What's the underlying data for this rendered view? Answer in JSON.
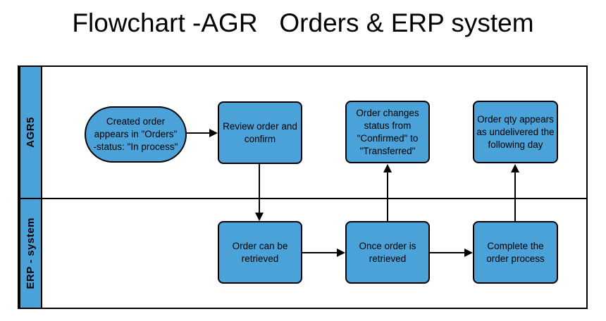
{
  "title": "Flowchart -AGR   Orders & ERP system",
  "colors": {
    "shape_fill": "#4AA2D9",
    "shape_border": "#000000",
    "background": "#FFFFFF",
    "text": "#000000"
  },
  "lanes": [
    {
      "label": "AGR5"
    },
    {
      "label": "ERP - system"
    }
  ],
  "nodes": {
    "start": {
      "type": "terminator",
      "lane": "AGR5",
      "text": "Created order\nappears in \"Orders\"\n-status: \"In process\""
    },
    "review": {
      "type": "process",
      "lane": "AGR5",
      "text": "Review order and\nconfirm"
    },
    "status_change": {
      "type": "process",
      "lane": "AGR5",
      "text": "Order changes\nstatus from\n\"Confirmed\" to\n\"Transferred\""
    },
    "qty": {
      "type": "process",
      "lane": "AGR5",
      "text": "Order qty appears\nas undelivered the\nfollowing day"
    },
    "retrieve": {
      "type": "process",
      "lane": "ERP - system",
      "text": "Order can be\nretrieved"
    },
    "once": {
      "type": "process",
      "lane": "ERP - system",
      "text": "Once order is\nretrieved"
    },
    "complete": {
      "type": "process",
      "lane": "ERP - system",
      "text": "Complete the\norder process"
    }
  },
  "edges": [
    {
      "from": "start",
      "to": "review",
      "direction": "right"
    },
    {
      "from": "review",
      "to": "retrieve",
      "direction": "down"
    },
    {
      "from": "retrieve",
      "to": "once",
      "direction": "right"
    },
    {
      "from": "once",
      "to": "status_change",
      "direction": "up"
    },
    {
      "from": "once",
      "to": "complete",
      "direction": "right"
    },
    {
      "from": "complete",
      "to": "qty",
      "direction": "up"
    }
  ]
}
